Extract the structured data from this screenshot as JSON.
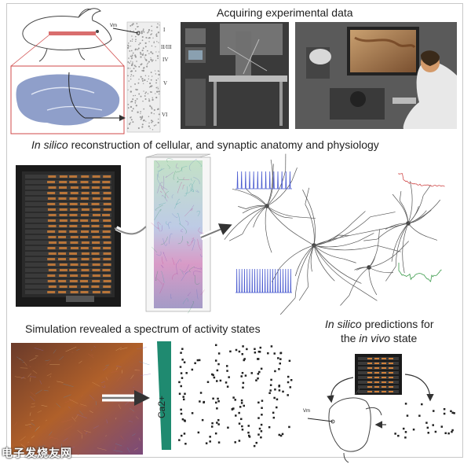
{
  "titles": {
    "acquiring": "Acquiring experimental data",
    "in_silico_reconstruction_prefix": "In silico",
    "in_silico_reconstruction_rest": " reconstruction  of cellular, and synaptic anatomy and physiology",
    "simulation": "Simulation revealed a spectrum of activity states",
    "predictions_line1_prefix": "In silico",
    "predictions_line1_rest": " predictions for",
    "predictions_line2_prefix": "the ",
    "predictions_line2_italic": "in vivo",
    "predictions_line2_rest": " state"
  },
  "labels": {
    "vm_top": "Vm",
    "vm_bottom": "Vm",
    "calcium": "Ca2+"
  },
  "cortical_layers": [
    "I",
    "II/III",
    "IV",
    "V",
    "VI"
  ],
  "watermark": "电子发烧友网",
  "colors": {
    "border": "#c8c8c8",
    "slice_blue": "#6a7fb8",
    "arrow_gray": "#8a8a8a",
    "calcium_wedge": "#1f8a70",
    "trace_blue": "#4a5bd0",
    "trace_red": "#d04a4a",
    "trace_green": "#3a9a4a",
    "server_orange": "#d0803a"
  }
}
